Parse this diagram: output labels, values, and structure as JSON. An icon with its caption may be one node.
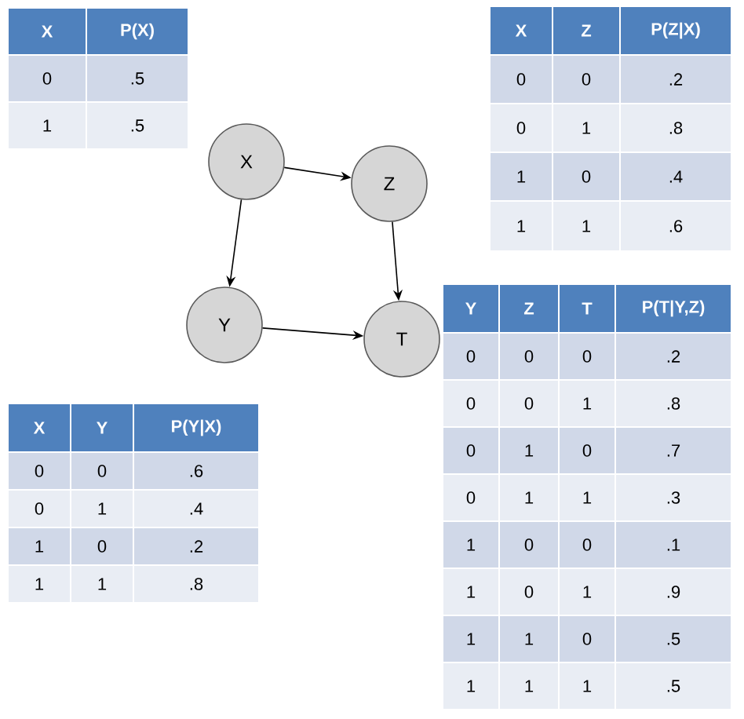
{
  "diagram": {
    "nodes": [
      {
        "text": [
          "X"
        ]
      },
      {
        "text": [
          "Z"
        ]
      },
      {
        "text": [
          "Y"
        ]
      },
      {
        "text": [
          "T"
        ]
      }
    ],
    "edges": [
      {
        "from": 0,
        "to": 1,
        "arrow": "to"
      },
      {
        "from": 0,
        "to": 2,
        "arrow": "to"
      },
      {
        "from": 1,
        "to": 3,
        "arrow": "to"
      },
      {
        "from": 2,
        "to": 3,
        "arrow": "to"
      }
    ],
    "labels": [
      "X",
      "P(X)",
      "0",
      ".5",
      "1",
      ".5",
      "X",
      "Z",
      "P(Z|X)",
      "0",
      "0",
      ".2",
      "0",
      "1",
      ".8",
      "1",
      "0",
      ".4",
      "1",
      "1",
      ".6",
      "Y",
      "Z",
      "T",
      "P(T|Y,Z)",
      "0",
      "0",
      "0",
      ".2",
      "0",
      "0",
      "1",
      ".8",
      "0",
      "1",
      "0",
      ".7",
      "0",
      "1",
      "1",
      ".3",
      "1",
      "0",
      "0",
      ".1",
      "1",
      "0",
      "1",
      ".9",
      "1",
      "1",
      "0",
      ".5",
      "1",
      "1",
      "1",
      ".5",
      "X",
      "Y",
      "P(Y|X)",
      "0",
      "0",
      ".6",
      "0",
      "1",
      ".4",
      "1",
      "0",
      ".2",
      "1",
      "1",
      ".8"
    ]
  }
}
